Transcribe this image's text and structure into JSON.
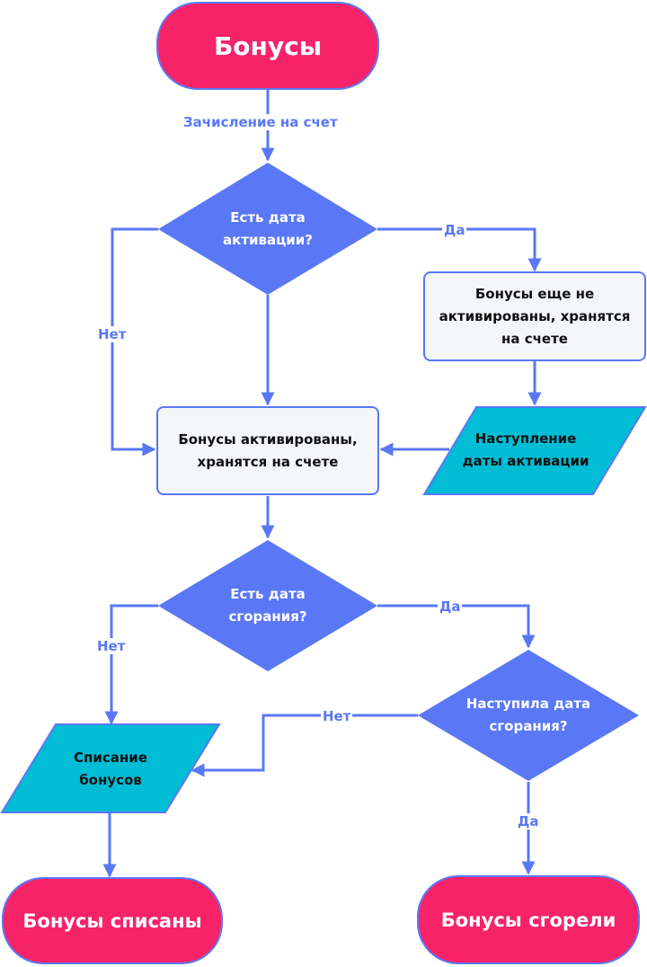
{
  "nodes": {
    "start": "Бонусы",
    "has_activation_date": "Есть дата активации?",
    "not_activated": "Бонусы еще не активированы, хранятся на счете",
    "activated": "Бонусы активированы, хранятся на счете",
    "activation_arrives": "Наступление даты активации",
    "has_expiry_date": "Есть дата сгорания?",
    "expiry_arrived": "Наступила дата сгорания?",
    "write_off": "Списание бонусов",
    "end_written_off": "Бонусы списаны",
    "end_burned": "Бонусы сгорели"
  },
  "edges": {
    "credit": "Зачисление на счет",
    "yes_1": "Да",
    "no_1": "Нет",
    "yes_2": "Да",
    "no_2": "Нет",
    "no_3": "Нет",
    "yes_3": "Да"
  },
  "colors": {
    "terminal": "#f72369",
    "decision": "#5a78f5",
    "io": "#00bcd4",
    "process": "#f4f6fa",
    "connector": "#5a78f5"
  }
}
